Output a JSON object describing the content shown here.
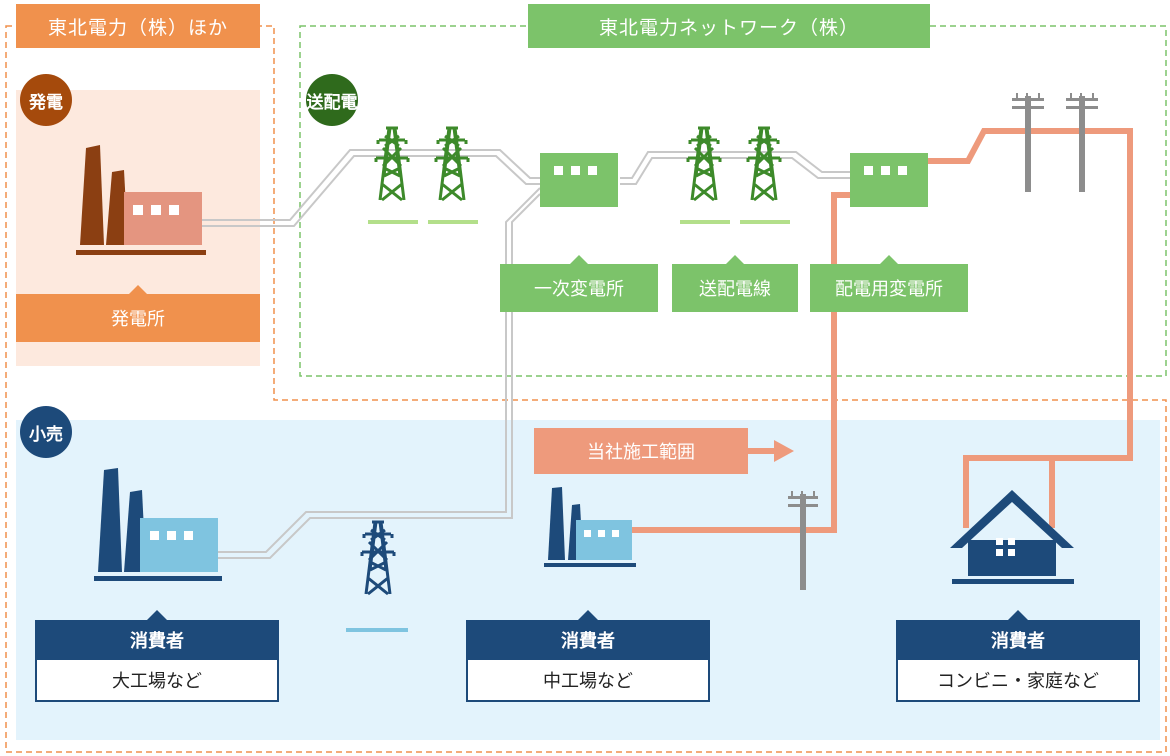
{
  "groups": {
    "generation_company": "東北電力（株）ほか",
    "network_company": "東北電力ネットワーク（株）"
  },
  "sections": {
    "generation": "発電",
    "transmission": "送配電",
    "retail": "小売"
  },
  "facilities": {
    "power_plant": "発電所",
    "primary_substation": "一次変電所",
    "transmission_lines": "送配電線",
    "distribution_substation": "配電用変電所"
  },
  "scope_label": "当社施工範囲",
  "consumers": [
    {
      "title": "消費者",
      "type": "大工場など"
    },
    {
      "title": "消費者",
      "type": "中工場など"
    },
    {
      "title": "消費者",
      "type": "コンビニ・家庭など"
    }
  ],
  "colors": {
    "orange_accent": "#f0914d",
    "brown_generation": "#a54a0c",
    "green_network": "#7cc36a",
    "dark_green": "#2f6a1c",
    "navy_retail": "#1d4a7a",
    "salmon_scope": "#ee9a7c",
    "light_blue_bg": "#e3f3fc",
    "light_orange_bg": "#fde9de"
  },
  "icons": [
    "factory-icon",
    "substation-icon",
    "pylon-icon",
    "utility-pole-icon",
    "house-icon",
    "arrow-right-icon"
  ]
}
